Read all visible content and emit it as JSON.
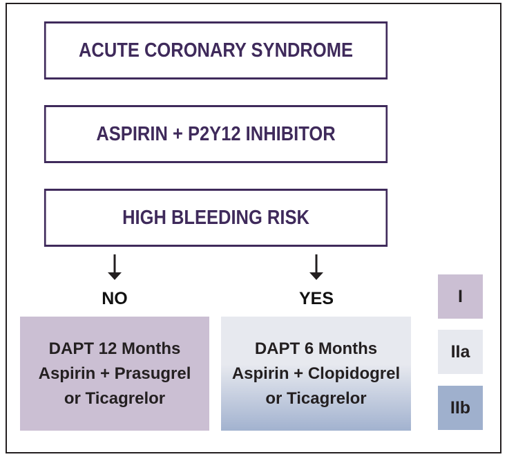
{
  "flow": {
    "steps": [
      "ACUTE CORONARY SYNDROME",
      "ASPIRIN + P2Y12 INHIBITOR",
      "HIGH BLEEDING RISK"
    ],
    "branches": {
      "no": {
        "label": "NO",
        "lines": [
          "DAPT 12 Months",
          "Aspirin + Prasugrel",
          "or Ticagrelor"
        ],
        "color": "#cbbfd3"
      },
      "yes": {
        "label": "YES",
        "lines": [
          "DAPT 6 Months",
          "Aspirin + Clopidogrel",
          "or Ticagrelor"
        ],
        "color_top": "#e7e9ef",
        "color_bottom": "#a2b2cf"
      }
    }
  },
  "legend": [
    {
      "label": "I",
      "color": "#cbbfd3"
    },
    {
      "label": "IIa",
      "color": "#e7e9ef"
    },
    {
      "label": "IIb",
      "color": "#9fb0cd"
    }
  ],
  "colors": {
    "border": "#3f2a5b",
    "text": "#3f2a5b",
    "frame": "#231f20"
  }
}
